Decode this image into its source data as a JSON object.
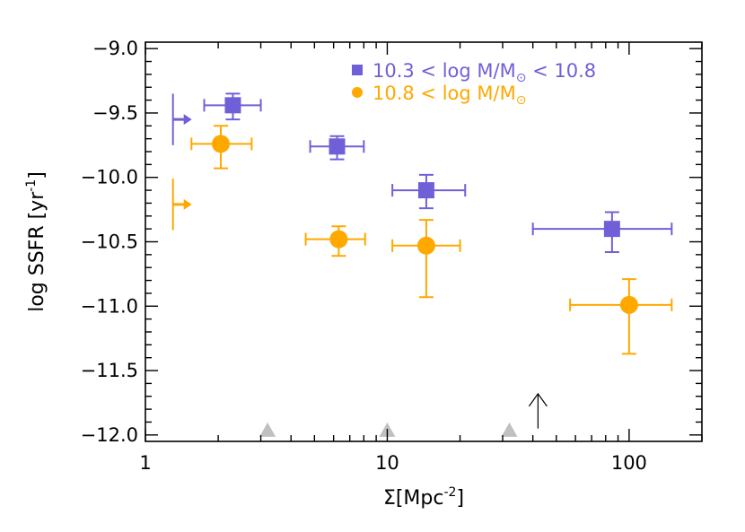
{
  "chart_data": {
    "type": "scatter",
    "xlabel": "Σ[Mpc",
    "xlabel_sup": "-2",
    "xlabel_close": "]",
    "ylabel": "log SSFR  [yr",
    "ylabel_sup": "-1",
    "ylabel_close": "]",
    "xscale": "log",
    "xlim": [
      1,
      200
    ],
    "ylim": [
      -12.05,
      -8.95
    ],
    "grid": false,
    "legend_position": "top-right",
    "x_ticks": [
      {
        "value": 1,
        "label": "1"
      },
      {
        "value": 10,
        "label": "10"
      },
      {
        "value": 100,
        "label": "100"
      }
    ],
    "y_ticks": [
      {
        "value": -9.0,
        "label": "−9.0"
      },
      {
        "value": -9.5,
        "label": "−9.5"
      },
      {
        "value": -10.0,
        "label": "−10.0"
      },
      {
        "value": -10.5,
        "label": "−10.5"
      },
      {
        "value": -11.0,
        "label": "−11.0"
      },
      {
        "value": -11.5,
        "label": "−11.5"
      },
      {
        "value": -12.0,
        "label": "−12.0"
      }
    ],
    "series": [
      {
        "name": "10.3 < log M/M⊙ < 10.8",
        "legend_text": "10.3 < log M/M",
        "legend_suffix": " < 10.8",
        "color": "#7060d8",
        "marker": "square",
        "points": [
          {
            "x": 2.3,
            "y": -9.44,
            "xlo": 1.75,
            "xhi": 3.0,
            "ylo": -9.55,
            "yhi": -9.35
          },
          {
            "x": 6.2,
            "y": -9.76,
            "xlo": 4.8,
            "xhi": 8.0,
            "ylo": -9.86,
            "yhi": -9.68
          },
          {
            "x": 14.5,
            "y": -10.1,
            "xlo": 10.5,
            "xhi": 21.0,
            "ylo": -10.24,
            "yhi": -9.98
          },
          {
            "x": 85,
            "y": -10.4,
            "xlo": 40,
            "xhi": 150,
            "ylo": -10.58,
            "yhi": -10.27
          }
        ],
        "limit_arrow": {
          "x": 1.3,
          "y": -9.55,
          "ylo": -9.75,
          "yhi": -9.35,
          "direction": "right"
        }
      },
      {
        "name": "10.8 < log M/M⊙",
        "legend_text": "10.8 < log M/M",
        "legend_suffix": "",
        "color": "#ffa800",
        "marker": "circle",
        "points": [
          {
            "x": 2.05,
            "y": -9.74,
            "xlo": 1.55,
            "xhi": 2.75,
            "ylo": -9.93,
            "yhi": -9.6
          },
          {
            "x": 6.3,
            "y": -10.48,
            "xlo": 4.6,
            "xhi": 8.1,
            "ylo": -10.61,
            "yhi": -10.38
          },
          {
            "x": 14.5,
            "y": -10.53,
            "xlo": 10.5,
            "xhi": 20.0,
            "ylo": -10.93,
            "yhi": -10.33
          },
          {
            "x": 100,
            "y": -10.99,
            "xlo": 57,
            "xhi": 150,
            "ylo": -11.37,
            "yhi": -10.79
          }
        ],
        "limit_arrow": {
          "x": 1.3,
          "y": -10.21,
          "ylo": -10.41,
          "yhi": -10.01,
          "direction": "right"
        }
      }
    ],
    "triangle_markers": {
      "color": "#c0c0c0",
      "x": [
        3.2,
        10,
        32
      ],
      "y": -12.0
    },
    "upward_arrow": {
      "x": 42,
      "y_start": -11.95,
      "y_end": -11.68,
      "color": "#000000"
    }
  }
}
